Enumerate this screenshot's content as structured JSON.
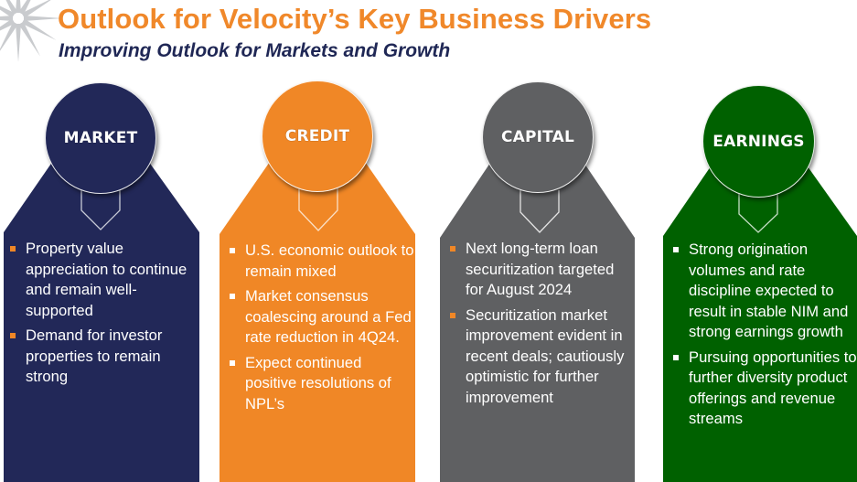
{
  "header": {
    "title": "Outlook for Velocity’s Key Business Drivers",
    "subtitle": "Improving Outlook for Markets and Growth",
    "logo_icon": "starburst-logo-icon"
  },
  "colors": {
    "title": "#F0882A",
    "subtitle": "#1F2755",
    "market": "#222858",
    "credit": "#F08726",
    "capital": "#5F6062",
    "earnings": "#006100",
    "bullet_orange": "#F08726",
    "bullet_white": "#FFFFFF"
  },
  "panels": [
    {
      "id": "market",
      "label": "MARKET",
      "bullet_color": "orange",
      "items": [
        "Property value appreciation to continue and remain well-supported",
        "Demand for investor properties to remain strong"
      ]
    },
    {
      "id": "credit",
      "label": "CREDIT",
      "bullet_color": "white",
      "items": [
        "U.S. economic outlook to remain mixed",
        "Market consensus coalescing around a Fed rate reduction in 4Q24.",
        "Expect continued positive resolutions of NPL’s"
      ]
    },
    {
      "id": "capital",
      "label": "CAPITAL",
      "bullet_color": "orange",
      "items": [
        "Next long-term loan securitization targeted for August 2024",
        "Securitization market improvement evident in recent deals; cautiously optimistic for further improvement"
      ]
    },
    {
      "id": "earnings",
      "label": "EARNINGS",
      "bullet_color": "white",
      "items": [
        "Strong origination volumes and rate discipline expected to result in stable NIM and strong earnings growth",
        "Pursuing opportunities to further diversity product offerings and revenue streams"
      ]
    }
  ]
}
